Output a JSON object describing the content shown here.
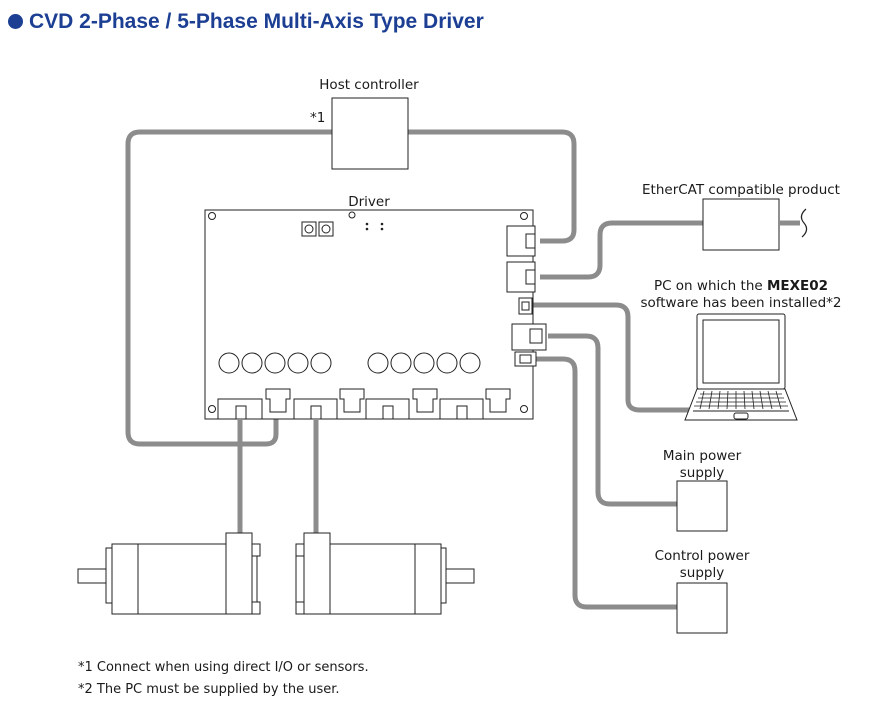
{
  "title": "CVD 2-Phase / 5-Phase Multi-Axis Type Driver",
  "labels": {
    "host_controller": "Host controller",
    "note_marker_1": "*1",
    "driver": "Driver",
    "ethercat_product": "EtherCAT compatible product",
    "pc_line1_prefix": "PC on which the ",
    "pc_line1_bold": "MEXE02",
    "pc_line2": "software has been installed*2",
    "main_power_line1": "Main power",
    "main_power_line2": "supply",
    "control_power_line1": "Control power",
    "control_power_line2": "supply"
  },
  "footnotes": [
    "*1  Connect when using direct I/O or sensors.",
    "*2  The PC must be supplied by the user."
  ],
  "colors": {
    "title": "#1c3f94",
    "cable": "#8c8c8c",
    "outline": "#222222"
  },
  "icons": [
    "laptop-icon",
    "stepping-motor-icon",
    "cable-break-icon"
  ]
}
